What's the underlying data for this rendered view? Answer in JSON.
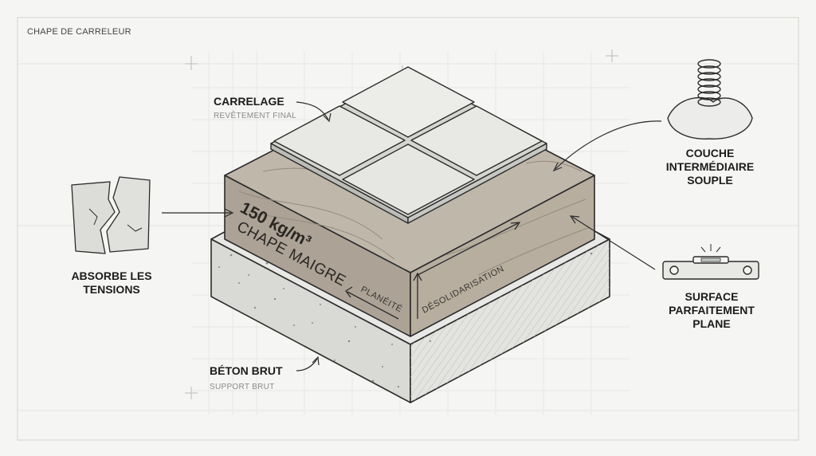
{
  "title": "CHAPE DE CARRELEUR",
  "layers": {
    "tile": {
      "label": "CARRELAGE",
      "sublabel": "REVÊTEMENT FINAL"
    },
    "screed": {
      "label_mass": "150 kg/m³",
      "label_name": "CHAPE MAIGRE"
    },
    "concrete": {
      "label": "BÉTON BRUT",
      "sublabel": "SUPPORT BRUT"
    }
  },
  "face_labels": {
    "flatness": "PLANÉITÉ",
    "decoupling": "DÉSOLIDARISATION"
  },
  "callouts": {
    "left": {
      "line1": "ABSORBE LES",
      "line2": "TENSIONS",
      "icon": "cracked-tile-icon"
    },
    "right_top": {
      "line1": "COUCHE",
      "line2": "INTERMÉDIAIRE",
      "line3": "SOUPLE",
      "icon": "spring-cushion-icon"
    },
    "right_bottom": {
      "line1": "SURFACE",
      "line2": "PARFAITEMENT",
      "line3": "PLANE",
      "icon": "spirit-level-icon"
    }
  },
  "colors": {
    "background": "#f5f5f3",
    "tile": "#e6e6e3",
    "screed": "#b1a89b",
    "concrete": "#dcdcd9",
    "ink": "#1c1c1c"
  }
}
